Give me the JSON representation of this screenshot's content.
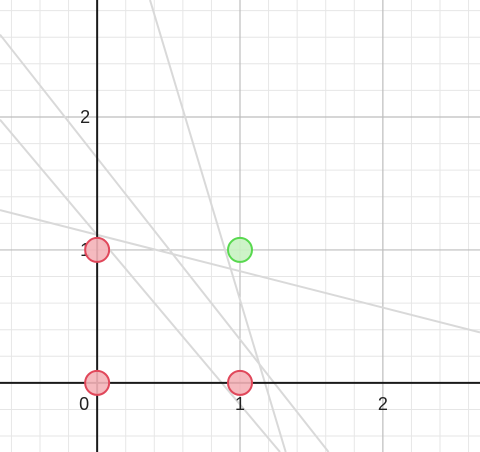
{
  "app": {
    "panel": "graphing-canvas"
  },
  "graph": {
    "x_range": [
      -0.68,
      2.68
    ],
    "y_range": [
      -0.52,
      2.88
    ],
    "major_step": 1,
    "minor_divisions": 5,
    "colors": {
      "background": "#ffffff",
      "minor_grid": "#e6e6e6",
      "major_grid": "#bdbdbd",
      "axis": "#1a1a1a",
      "guide_line": "#d9d9d9",
      "red_fill": "#f4b3b8",
      "red_stroke": "#e0475a",
      "green_fill": "#c8f2c2",
      "green_stroke": "#58d84f"
    },
    "tick_labels": {
      "x": [
        {
          "value": 1,
          "text": "1"
        },
        {
          "value": 2,
          "text": "2"
        }
      ],
      "y": [
        {
          "value": 1,
          "text": "1"
        },
        {
          "value": 2,
          "text": "2"
        }
      ],
      "origin": {
        "text": "0"
      }
    },
    "lines": [
      {
        "name": "guide-line-steep",
        "from": [
          0.37,
          2.88
        ],
        "to": [
          1.32,
          -0.52
        ]
      },
      {
        "name": "guide-line-mid-a",
        "from": [
          -0.68,
          2.62
        ],
        "to": [
          1.62,
          -0.52
        ]
      },
      {
        "name": "guide-line-mid-b",
        "from": [
          -0.68,
          1.98
        ],
        "to": [
          1.28,
          -0.52
        ]
      },
      {
        "name": "guide-line-shallow",
        "from": [
          -0.68,
          1.3
        ],
        "to": [
          2.68,
          0.38
        ]
      }
    ],
    "points": [
      {
        "name": "point-red-0-1",
        "x": 0,
        "y": 1,
        "color": "red"
      },
      {
        "name": "point-red-0-0",
        "x": 0,
        "y": 0,
        "color": "red"
      },
      {
        "name": "point-red-1-0",
        "x": 1,
        "y": 0,
        "color": "red"
      },
      {
        "name": "point-green-1-1",
        "x": 1,
        "y": 1,
        "color": "green"
      }
    ]
  }
}
